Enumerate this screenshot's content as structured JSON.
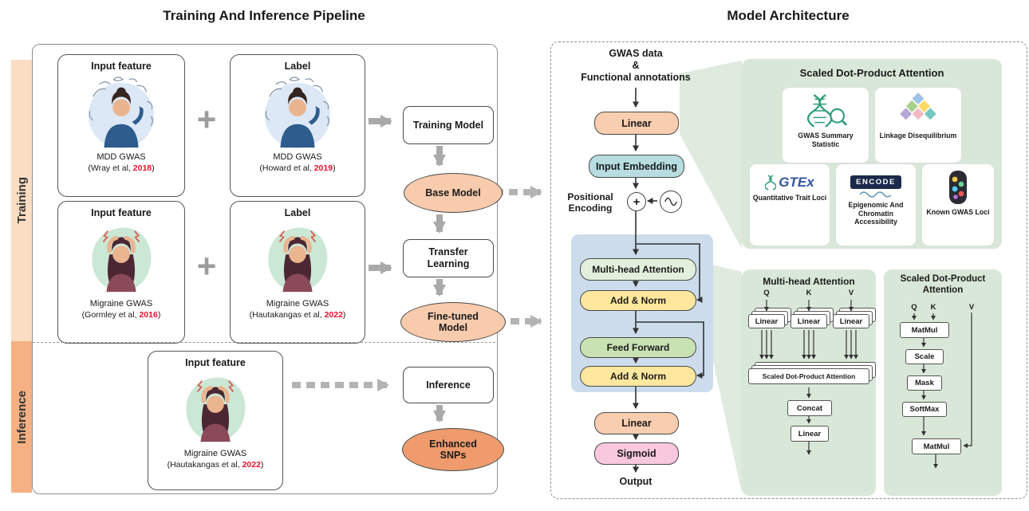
{
  "pipeline": {
    "title": "Training And Inference Pipeline",
    "sidebar": {
      "training": "Training",
      "inference": "Inference"
    },
    "plus": "+",
    "cards": {
      "t1_input": {
        "title": "Input feature",
        "name": "MDD GWAS",
        "cite": "(Wray et al, ",
        "year": "2018",
        "close": ")"
      },
      "t1_label": {
        "title": "Label",
        "name": "MDD GWAS",
        "cite": "(Howard et al, ",
        "year": "2019",
        "close": ")"
      },
      "t2_input": {
        "title": "Input feature",
        "name": "Migraine GWAS",
        "cite": "(Gormley et al, ",
        "year": "2016",
        "close": ")"
      },
      "t2_label": {
        "title": "Label",
        "name": "Migraine GWAS",
        "cite": "(Hautakangas et al, ",
        "year": "2022",
        "close": ")"
      },
      "inf_input": {
        "title": "Input feature",
        "name": "Migraine GWAS",
        "cite": "(Hautakangas et al, ",
        "year": "2022",
        "close": ")"
      }
    },
    "nodes": {
      "training_model": "Training Model",
      "base_model": "Base Model",
      "transfer_learning": "Transfer Learning",
      "finetuned_model": "Fine-tuned Model",
      "inference": "Inference",
      "enhanced_snps": "Enhanced SNPs"
    }
  },
  "architecture": {
    "title": "Model Architecture",
    "input": {
      "line1": "GWAS data",
      "line2": "&",
      "line3": "Functional annotations"
    },
    "icons": {
      "plus": "+"
    },
    "flow": {
      "linear_top": "Linear",
      "input_embedding": "Input Embedding",
      "positional_encoding": "Positional Encoding",
      "multi_head_attention": "Multi-head Attention",
      "add_norm_1": "Add & Norm",
      "feed_forward": "Feed Forward",
      "add_norm_2": "Add & Norm",
      "linear_bottom": "Linear",
      "sigmoid": "Sigmoid",
      "output": "Output"
    },
    "features_panel": {
      "title": "Scaled Dot-Product Attention",
      "cards": [
        {
          "icon": "dna-magnifier-icon",
          "label": "GWAS Summary Statistic"
        },
        {
          "icon": "diamond-grid-icon",
          "label": "Linkage Disequilibrium"
        },
        {
          "icon": "gtex-logo",
          "brand": "GTEx",
          "label": "Quantitative Trait Loci"
        },
        {
          "icon": "encode-logo",
          "brand": "ENCODE",
          "label": "Epigenomic And Chromatin Accessibility"
        },
        {
          "icon": "gwas-loci-icon",
          "label": "Known GWAS Loci"
        }
      ]
    },
    "mha_panel": {
      "title": "Multi-head Attention",
      "q": "Q",
      "k": "K",
      "v": "V",
      "linear": "Linear",
      "sdpa": "Scaled Dot-Product Attention",
      "concat": "Concat",
      "linear_out": "Linear"
    },
    "sdpa_panel": {
      "title_line1": "Scaled Dot-Product",
      "title_line2": "Attention",
      "q": "Q",
      "k": "K",
      "v": "V",
      "steps": [
        "MatMul",
        "Scale",
        "Mask",
        "SoftMax",
        "MatMul"
      ]
    }
  },
  "colors": {
    "training_strip": "#fbddc3",
    "inference_strip": "#f5b183",
    "model_fill": "#f8cbad",
    "enhanced_fill": "#ef9b6d",
    "embedding_fill": "#b7dde1",
    "attention_fill": "#e2efdc",
    "addnorm_fill": "#ffe79e",
    "feedforward_fill": "#c9e2b3",
    "sigmoid_fill": "#f8c8de",
    "transformer_block_fill": "#ccdcec",
    "panel_fill": "#d9e7d8",
    "citation_year": "#e8112d",
    "arrow_gray": "#a9a9a9"
  }
}
